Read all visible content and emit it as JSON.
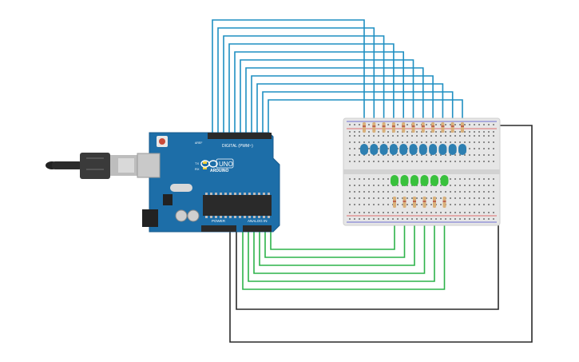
{
  "board": {
    "brand_mark": "UNO",
    "name": "ARDUINO",
    "digital_header_label": "DIGITAL (PWM~)",
    "power_header_label": "POWER",
    "analog_header_label": "ANALOG IN",
    "led_labels": [
      "TX",
      "RX"
    ],
    "aref_label": "AREF"
  },
  "circuit": {
    "blue_led_count": 11,
    "green_led_count": 6,
    "colors": {
      "board": "#1d6ea8",
      "board_dark": "#175a8c",
      "wire_blue": "#1f8fc2",
      "wire_green": "#2db34a",
      "wire_black": "#2a2a2a",
      "led_blue": "#2d7fb1",
      "led_green": "#39c13d",
      "breadboard": "#e6e6e6"
    }
  }
}
